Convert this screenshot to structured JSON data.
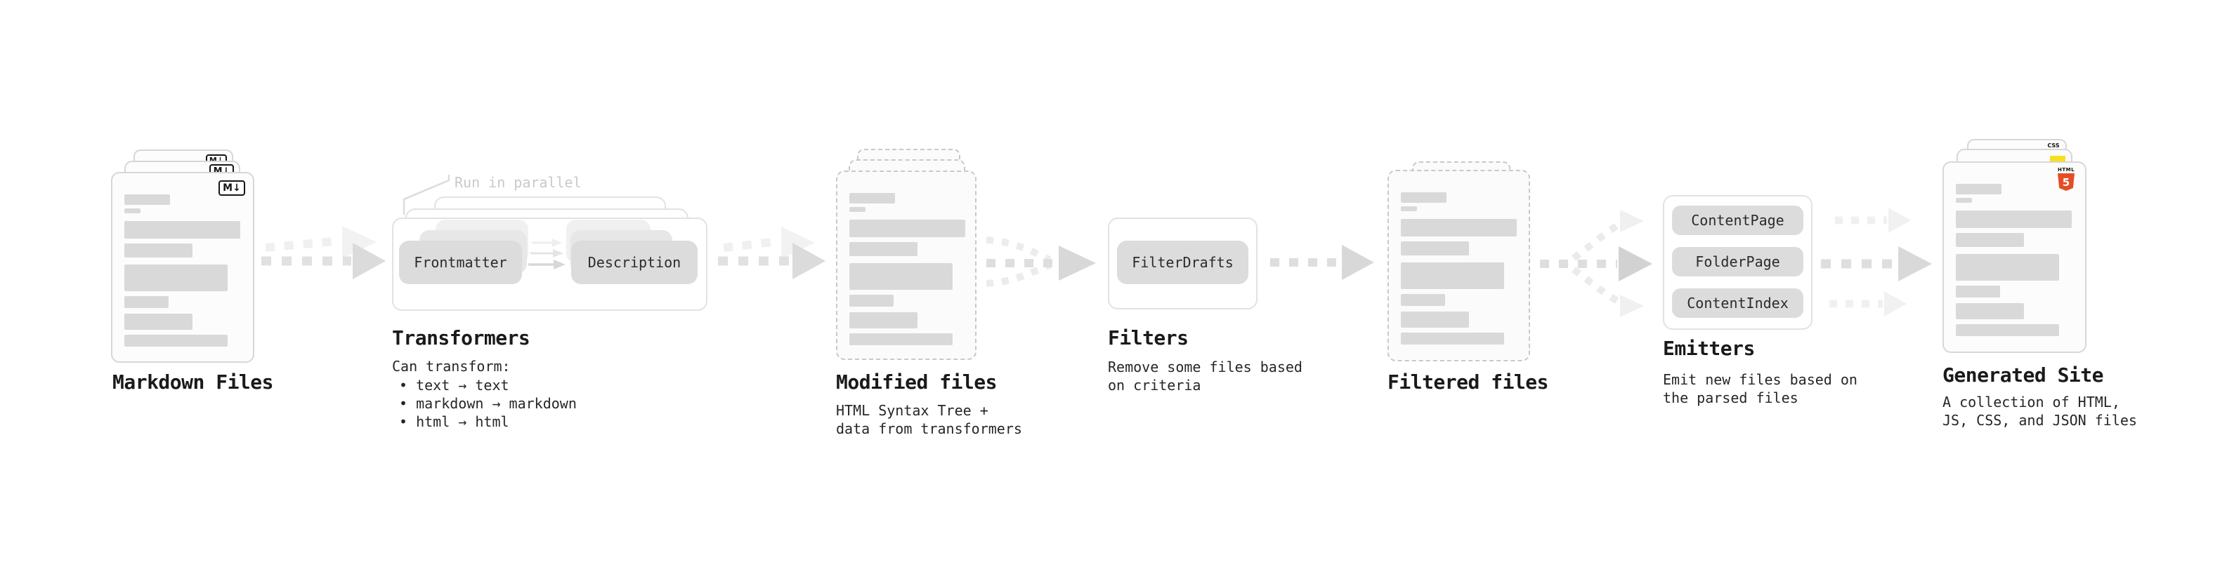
{
  "diagram": {
    "markdown_files": {
      "label": "Markdown Files",
      "badge": "M↓",
      "file_count": 3
    },
    "transformers": {
      "heading": "Transformers",
      "annotation": "Run in parallel",
      "pills": [
        "Frontmatter",
        "Description"
      ],
      "caption": "Can transform:",
      "bullets": [
        "• text → text",
        "• markdown → markdown",
        "• html → html"
      ]
    },
    "modified_files": {
      "label": "Modified files",
      "caption_lines": [
        "HTML Syntax Tree +",
        "data from transformers"
      ],
      "file_count": 3
    },
    "filters": {
      "heading": "Filters",
      "pills": [
        "FilterDrafts"
      ],
      "caption_lines": [
        "Remove some files based",
        "on criteria"
      ]
    },
    "filtered_files": {
      "label": "Filtered files",
      "file_count": 2
    },
    "emitters": {
      "heading": "Emitters",
      "pills": [
        "ContentPage",
        "FolderPage",
        "ContentIndex"
      ],
      "caption_lines": [
        "Emit new files based on",
        "the parsed files"
      ]
    },
    "generated_site": {
      "label": "Generated Site",
      "caption_lines": [
        "A collection of HTML,",
        "JS, CSS, and JSON files"
      ],
      "badges": {
        "html_word": "HTML",
        "html_number": "5",
        "css": "CSS"
      },
      "file_count": 3
    },
    "colors": {
      "heading_text": "#1a1a1a",
      "body_text": "#262626",
      "annotation_gray": "#c9c9c9",
      "bar_fill": "#d9d9d9",
      "pill_fill": "#dcdcdc",
      "card_border": "#d7d7d7",
      "dashed_border": "#c9c9c9",
      "arrow_gray": "#dedede",
      "html5_orange": "#e44d26",
      "js_yellow": "#f7df1e",
      "css_blue": "#2d6cf0",
      "markdown_badge_black": "#161616"
    }
  }
}
